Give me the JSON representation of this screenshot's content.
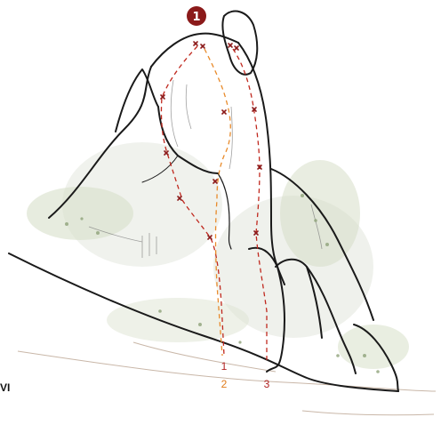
{
  "badge": {
    "label": "1",
    "color": "#8b1a1a"
  },
  "route_labels": [
    {
      "label": "1",
      "color": "#b22222"
    },
    {
      "label": "2",
      "color": "#e07b1a"
    },
    {
      "label": "3",
      "color": "#b22222"
    }
  ],
  "grade_label": "VI",
  "colors": {
    "route_red": "#c0281e",
    "route_orange": "#e88a2a",
    "bolt": "#8b1a1a",
    "rock_outline": "#1a1a1a",
    "vegetation": "#8fa37a"
  },
  "icons": {
    "bolt": "x-mark-icon"
  }
}
